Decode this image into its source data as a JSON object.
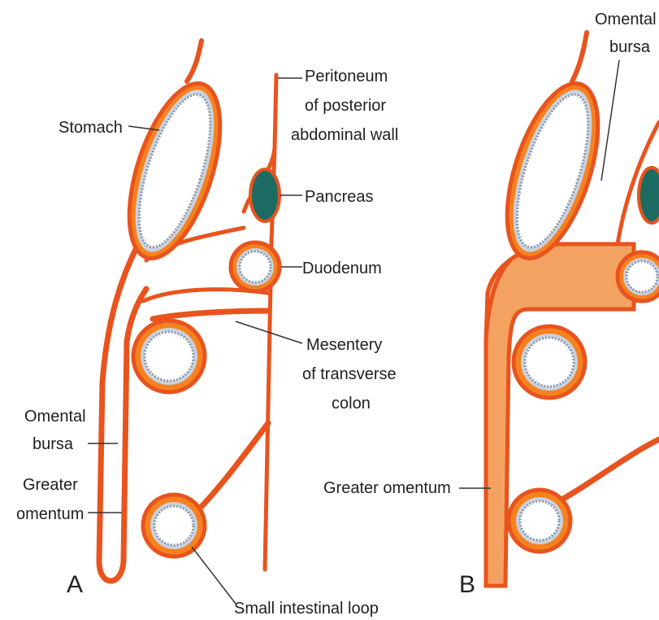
{
  "panels": {
    "a": "A",
    "b": "B"
  },
  "labels_a": {
    "stomach": "Stomach",
    "peritoneum_line1": "Peritoneum",
    "peritoneum_line2": "of posterior",
    "peritoneum_line3": "abdominal wall",
    "pancreas": "Pancreas",
    "duodenum": "Duodenum",
    "mesentery_line1": "Mesentery",
    "mesentery_line2": "of transverse",
    "mesentery_line3": "colon",
    "omental_line1": "Omental",
    "omental_line2": "bursa",
    "greater_line1": "Greater",
    "greater_line2": "omentum",
    "small_intestinal": "Small intestinal loop"
  },
  "labels_b": {
    "omental_line1": "Omental",
    "omental_line2": "bursa",
    "greater_omentum": "Greater omentum"
  },
  "colors": {
    "peritoneum": "#e8531e",
    "fused_fill": "#f4a261",
    "pancreas": "#1b6b62",
    "lumen_edge": "#8a97a8"
  }
}
